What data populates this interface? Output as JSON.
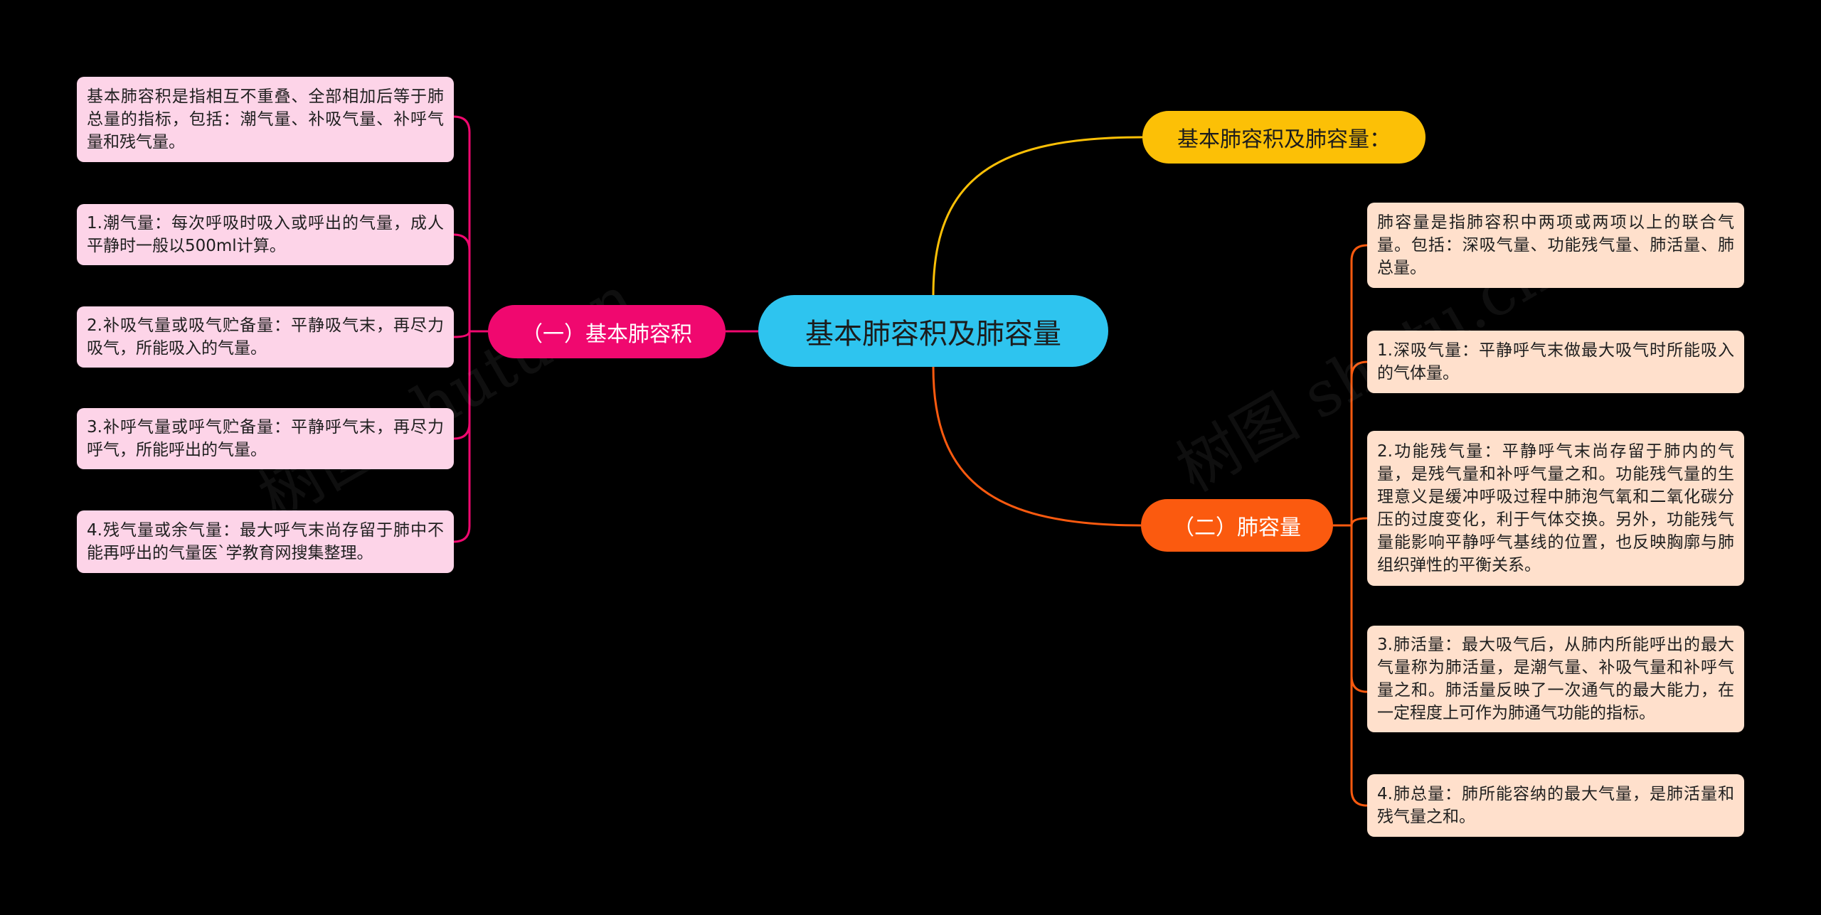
{
  "central": {
    "label": "基本肺容积及肺容量"
  },
  "branches": {
    "basic_volume": {
      "label": "（一）基本肺容积",
      "color": "#f0086f",
      "leaf_color": "#fdd4e8",
      "items": [
        "基本肺容积是指相互不重叠、全部相加后等于肺总量的指标，包括：潮气量、补吸气量、补呼气量和残气量。",
        "1.潮气量：每次呼吸时吸入或呼出的气量，成人平静时一般以500ml计算。",
        "2.补吸气量或吸气贮备量：平静吸气末，再尽力吸气，所能吸入的气量。",
        "3.补呼气量或呼气贮备量：平静呼气末，再尽力呼气，所能呼出的气量。",
        "4.残气量或余气量：最大呼气末尚存留于肺中不能再呼出的气量医`学教育网搜集整理。"
      ]
    },
    "title_node": {
      "label": "基本肺容积及肺容量：",
      "color": "#fcc006"
    },
    "capacity": {
      "label": "（二）肺容量",
      "color": "#fb5a0f",
      "leaf_color": "#ffe0cc",
      "items": [
        "肺容量是指肺容积中两项或两项以上的联合气量。包括：深吸气量、功能残气量、肺活量、肺总量。",
        "1.深吸气量：平静呼气末做最大吸气时所能吸入的气体量。",
        "2.功能残气量：平静呼气末尚存留于肺内的气量，是残气量和补呼气量之和。功能残气量的生理意义是缓冲呼吸过程中肺泡气氧和二氧化碳分压的过度变化，利于气体交换。另外，功能残气量能影响平静呼气基线的位置，也反映胸廓与肺组织弹性的平衡关系。",
        "3.肺活量：最大吸气后，从肺内所能呼出的最大气量称为肺活量，是潮气量、补吸气量和补呼气量之和。肺活量反映了一次通气的最大能力，在一定程度上可作为肺通气功能的指标。",
        "4.肺总量：肺所能容纳的最大气量，是肺活量和残气量之和。"
      ]
    }
  },
  "watermark": {
    "text": "树图 shutu.cn"
  },
  "colors": {
    "central": "#2ec4ef",
    "background": "#000000"
  }
}
